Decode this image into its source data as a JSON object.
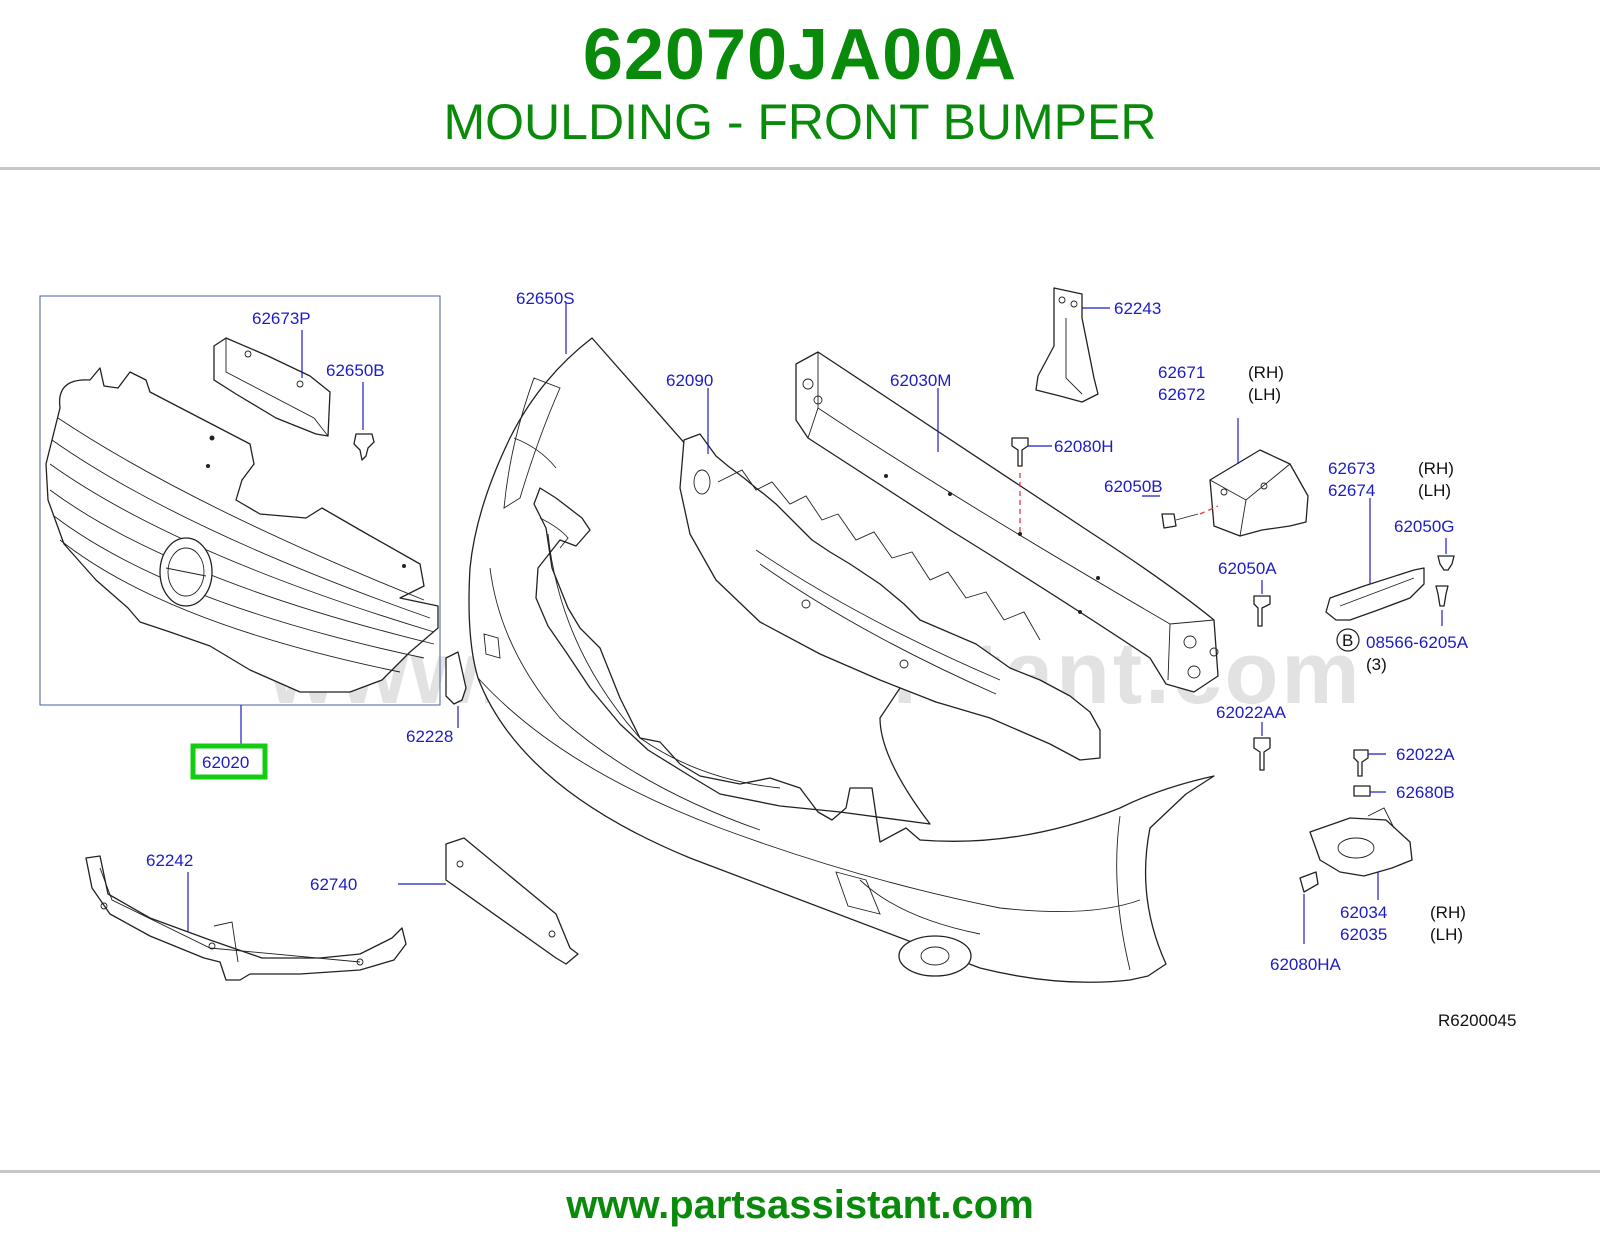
{
  "header": {
    "part_number": "62070JA00A",
    "description": "MOULDING - FRONT BUMPER"
  },
  "diagram": {
    "watermark": "www.partsassistant.com",
    "reference_code": "R6200045",
    "highlighted_callout": "62020",
    "highlight_color": "#11cc11",
    "callouts": {
      "c62673P": "62673P",
      "c62650B_top": "62650B",
      "c62650S": "62650S",
      "c62243": "62243",
      "c62090": "62090",
      "c62030M": "62030M",
      "c62671": "62671",
      "c62672": "62672",
      "c62080H": "62080H",
      "c62050B": "62050B",
      "c62673": "62673",
      "c62674": "62674",
      "c62050G": "62050G",
      "c62050A": "62050A",
      "c08566": "08566-6205A",
      "c62022AA": "62022AA",
      "c62022A": "62022A",
      "c62680B": "62680B",
      "c62034": "62034",
      "c62035": "62035",
      "c62080HA": "62080HA",
      "c62228": "62228",
      "c62020": "62020",
      "c62242": "62242",
      "c62740": "62740"
    },
    "notes": {
      "rh1": "(RH)",
      "lh1": "(LH)",
      "rh2": "(RH)",
      "lh2": "(LH)",
      "rh3": "(RH)",
      "lh3": "(LH)",
      "circle_b": "B",
      "qty3": "(3)"
    }
  },
  "footer": {
    "url": "www.partsassistant.com"
  },
  "colors": {
    "title_green": "#0a8a0a",
    "callout_blue": "#1c1cc8",
    "rule_gray": "#c8c8c8"
  }
}
